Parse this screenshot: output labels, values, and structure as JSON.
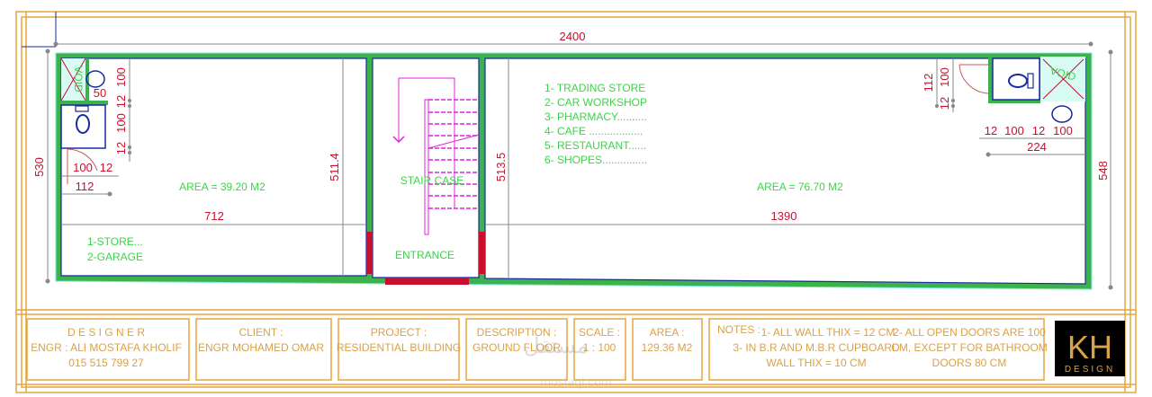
{
  "plan": {
    "overall_width": "2400",
    "left_height": "530",
    "right_height": "548",
    "left_room": {
      "area": "AREA = 39.20 M2",
      "width": "712",
      "height": "511.4",
      "uses": [
        "1-STORE...",
        "2-GARAGE"
      ],
      "bath_dims": {
        "d1": "100",
        "d2": "12",
        "d3": "100",
        "d4": "12",
        "sink": "50",
        "door": "100",
        "wall": "12",
        "total": "112"
      },
      "void_label": "VOID"
    },
    "stair": {
      "label": "STAIR CASE",
      "entrance": "ENTRANCE",
      "height": "513.5"
    },
    "right_room": {
      "area": "AREA = 76.70 M2",
      "width": "1390",
      "uses": [
        "1- TRADING STORE",
        "2- CAR WORKSHOP",
        "3- PHARMACY..........",
        "4- CAFE   ..................",
        "5- RESTAURANT......",
        "6- SHOPES..............."
      ],
      "bath_dims": {
        "v1": "112",
        "v2": "100",
        "v3": "12",
        "h1": "12",
        "h2": "100",
        "h3": "12",
        "h4": "100",
        "total": "224"
      },
      "void_label": "VOID"
    }
  },
  "title_block": {
    "designer": {
      "heading": "D E S I G N E R",
      "name": "ENGR : ALI MOSTAFA KHOLIF",
      "phone": "015 515 799 27"
    },
    "client": {
      "heading": "CLIENT  :",
      "value": "ENGR MOHAMED OMAR"
    },
    "project": {
      "heading": "PROJECT  :",
      "value": "RESIDENTIAL BUILDING"
    },
    "description": {
      "heading": "DESCRIPTION :",
      "value": "GROUND FLOOR"
    },
    "scale": {
      "heading": "SCALE  :",
      "value": "1 : 100"
    },
    "area": {
      "heading": "AREA  :",
      "value": "129.36 M2"
    },
    "notes": {
      "heading": "NOTES :",
      "n1": "1- ALL WALL THIX = 12 CM",
      "n3a": "3- IN B.R AND M.B.R  CUPBOARD",
      "n3b": "WALL THIX = 10 CM",
      "n2a": "2- ALL OPEN DOORS ARE 100",
      "n2b": "CM, EXCEPT FOR BATHROOM",
      "n2c": "DOORS 80 CM"
    },
    "logo": {
      "mark": "KH",
      "sub": "DESIGN"
    }
  },
  "watermark": {
    "arabic": "مستقل",
    "latin": "mostaql.com"
  },
  "colors": {
    "wall": "#3cb34a",
    "dimension": "#c8102e",
    "label": "#3fd24a",
    "frame": "#e8a33c",
    "stair": "#e020e0",
    "door": "#c8102e"
  }
}
